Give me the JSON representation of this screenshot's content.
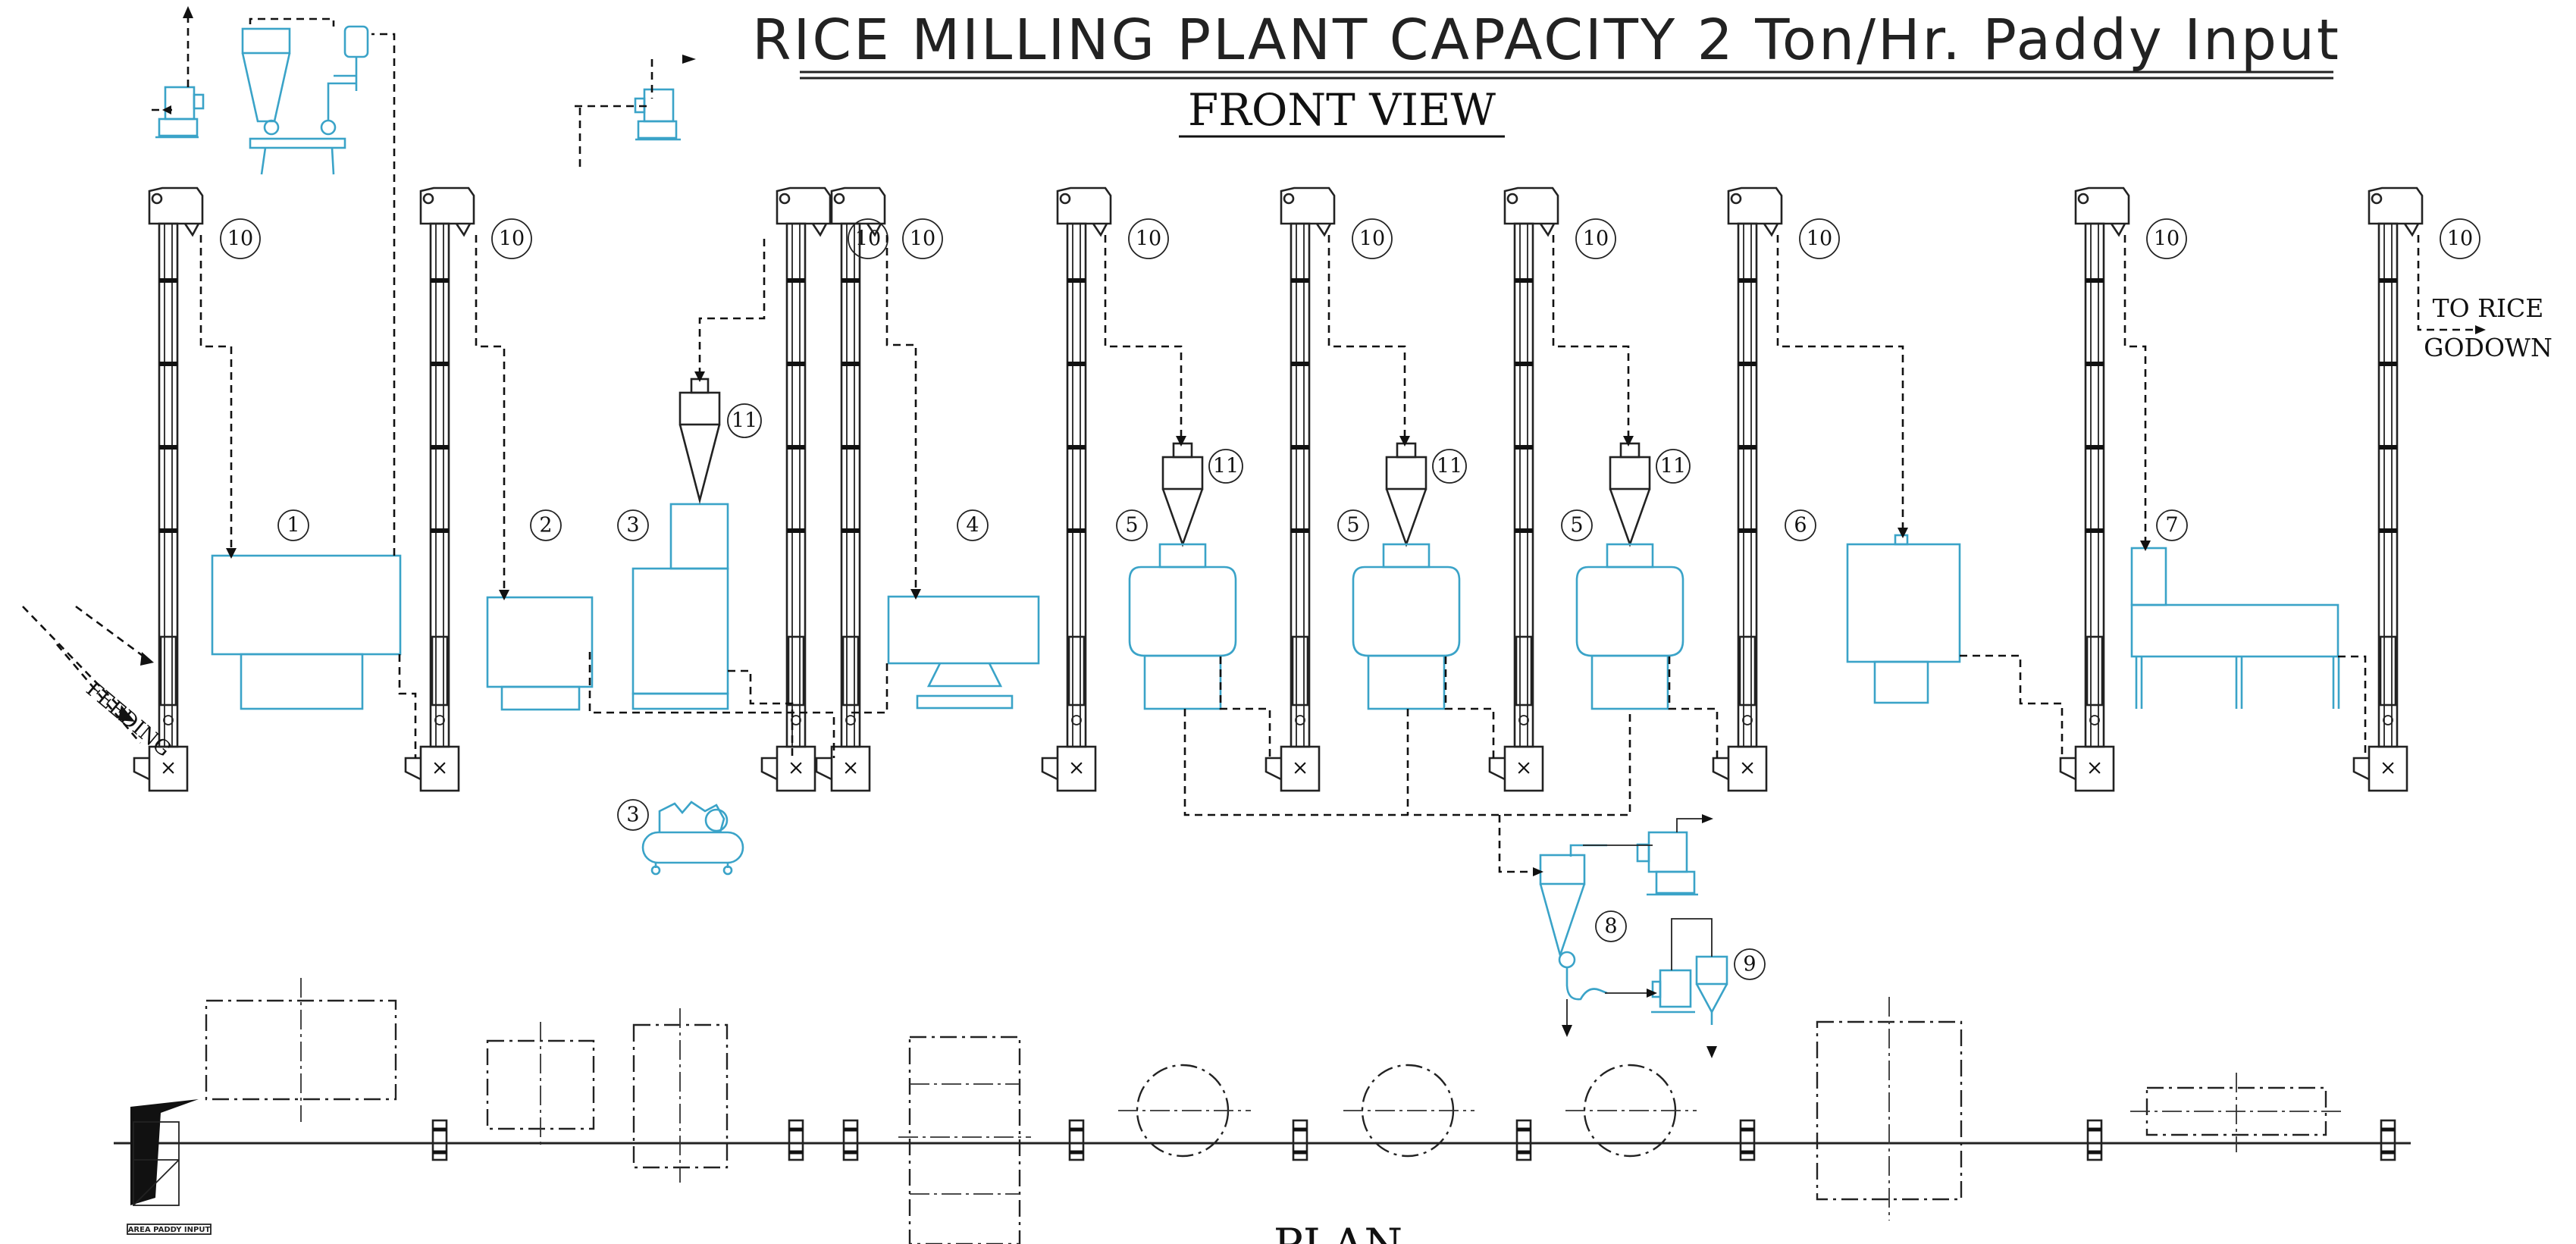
{
  "title": "RICE MILLING PLANT CAPACITY 2 Ton/Hr. Paddy Input",
  "front_view_label": "FRONT VIEW",
  "plan_label": "PLAN",
  "feeding_label": "FEEDING",
  "to_rice_godown": [
    "TO RICE",
    "GODOWN"
  ],
  "area_label": "AREA PADDY INPUT",
  "elevator_number": "10",
  "equipment_numbers": {
    "cleaner": "1",
    "destoner": "2",
    "husker": "3",
    "compressor": "3",
    "separator": "4",
    "whitener_a": "5",
    "whitener_b": "5",
    "whitener_c": "5",
    "polisher": "6",
    "grader": "7",
    "cyclone": "8",
    "bran_bin": "9",
    "bin_a": "11",
    "bin_b": "11",
    "bin_c": "11",
    "bin_d": "11"
  },
  "colors": {
    "equipment": "#3aa3c8",
    "lines": "#222222"
  }
}
